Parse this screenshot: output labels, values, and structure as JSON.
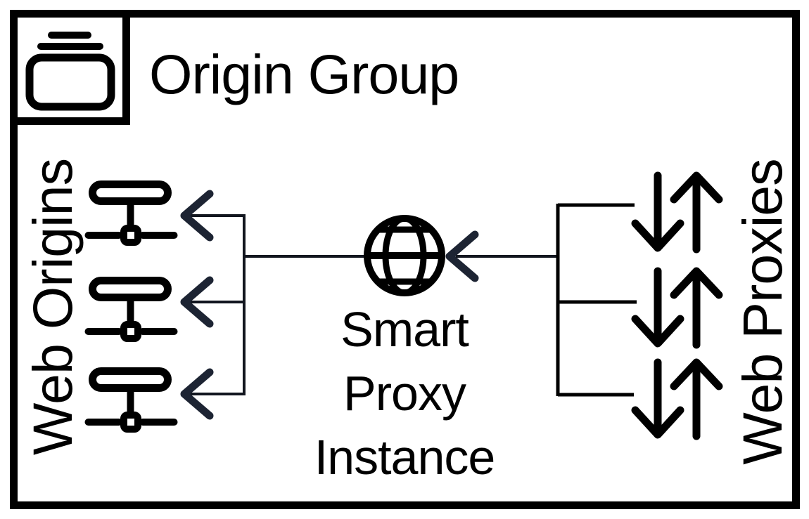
{
  "diagram": {
    "title": "Origin Group",
    "left_label": "Web Origins",
    "right_label": "Web Proxies",
    "center_label": {
      "lines": [
        "Smart",
        "Proxy",
        "Instance"
      ]
    },
    "groups": {
      "web_origins_count": 3,
      "web_proxies_count": 3
    },
    "flow": "Web Proxies -> Smart Proxy Instance -> Web Origins",
    "colors": {
      "ink": "#000000",
      "arrow_navy": "#1D2433",
      "connector": "#12161F",
      "background": "#FFFFFF"
    }
  }
}
